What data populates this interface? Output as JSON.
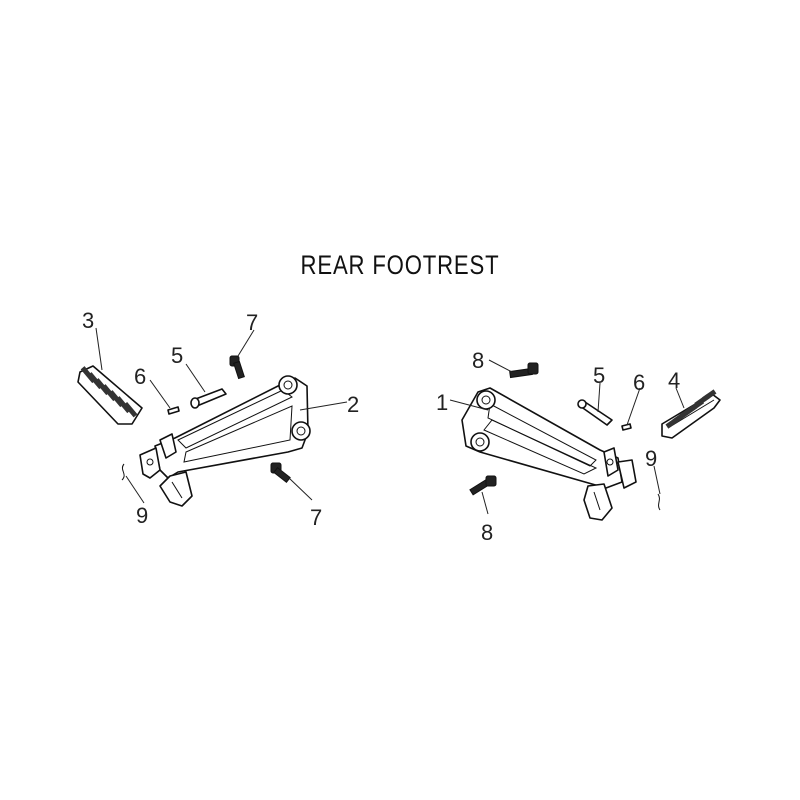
{
  "title": "REAR FOOTREST",
  "callouts": {
    "left": {
      "peg": "3",
      "clip": "6",
      "pin": "5",
      "bolt_top": "7",
      "bracket": "2",
      "bolt_bottom": "7",
      "spring": "9"
    },
    "right": {
      "bolt_top": "8",
      "bracket": "1",
      "pin": "5",
      "clip": "6",
      "peg": "4",
      "spring": "9",
      "bolt_bottom": "8"
    }
  }
}
